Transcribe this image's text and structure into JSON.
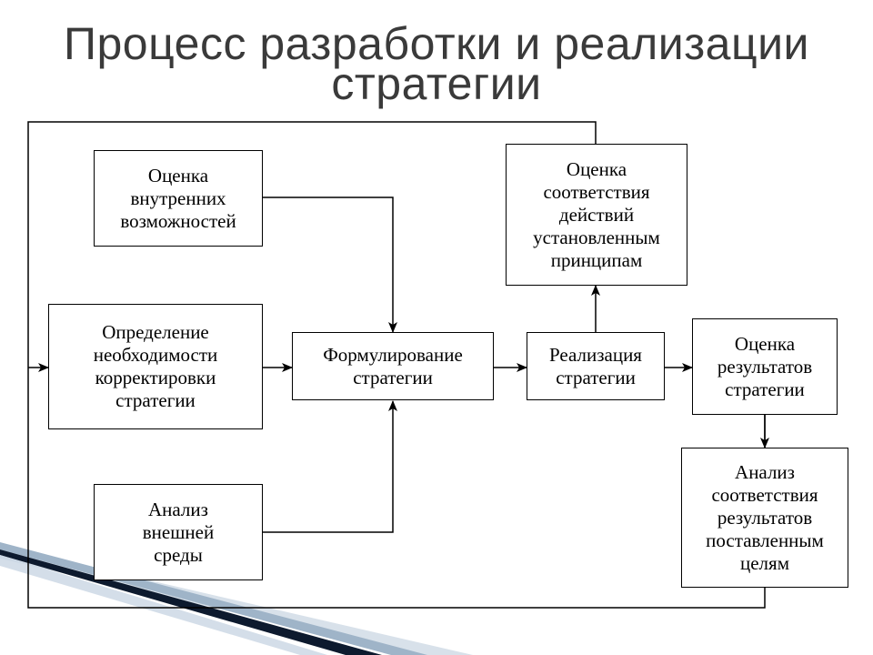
{
  "title": {
    "line1": "Процесс разработки и реализации",
    "line2": "стратегии"
  },
  "nodes": {
    "internal": {
      "lines": [
        "Оценка",
        "внутренних",
        "возможностей"
      ]
    },
    "correction": {
      "lines": [
        "Определение",
        "необходимости",
        "корректировки",
        "стратегии"
      ]
    },
    "external": {
      "lines": [
        "Анализ",
        "внешней",
        "среды"
      ]
    },
    "formulation": {
      "lines": [
        "Формулирование",
        "стратегии"
      ]
    },
    "implementation": {
      "lines": [
        "Реализация",
        "стратегии"
      ]
    },
    "compliance": {
      "lines": [
        "Оценка",
        "соответствия",
        "действий",
        "установленным",
        "принципам"
      ]
    },
    "results": {
      "lines": [
        "Оценка",
        "результатов",
        "стратегии"
      ]
    },
    "goals": {
      "lines": [
        "Анализ",
        "соответствия",
        "результатов",
        "поставленным",
        "целям"
      ]
    }
  },
  "colors": {
    "title": "#3a3a3a",
    "stroke": "#000000",
    "deco_dark": "#0d1a2e",
    "deco_light": "#9fb4c8"
  }
}
